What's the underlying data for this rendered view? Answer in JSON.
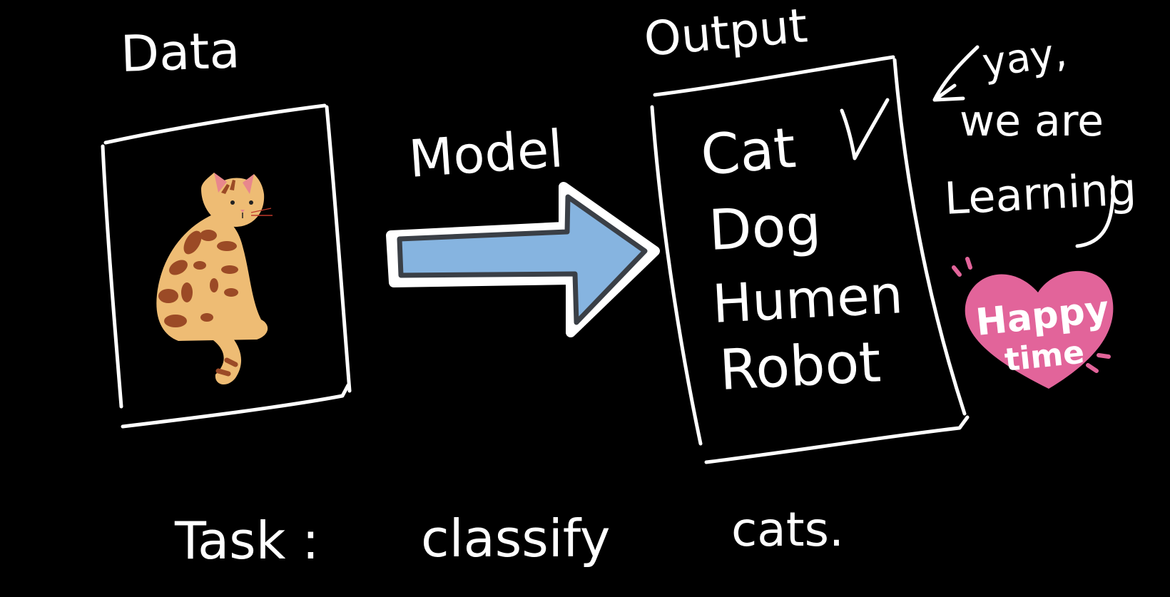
{
  "labels": {
    "data": "Data",
    "model": "Model",
    "output": "Output",
    "side_note": [
      "yay,",
      "we are",
      "Learning"
    ],
    "task": "Task :",
    "task_what": "classify",
    "task_object": "cats."
  },
  "output_options": [
    "Cat",
    "Dog",
    "Humen",
    "Robot"
  ],
  "sticker": {
    "lettering": [
      "Happy",
      "time"
    ],
    "color": "#e2649a"
  },
  "colors": {
    "background": "#000000",
    "ink": "#ffffff",
    "arrow_fill": "#86b4e0",
    "arrow_edge": "#3a3f46"
  },
  "icons": [
    "cat-illustration",
    "right-arrow-icon",
    "check-mark-icon",
    "heart-sticker-icon"
  ]
}
